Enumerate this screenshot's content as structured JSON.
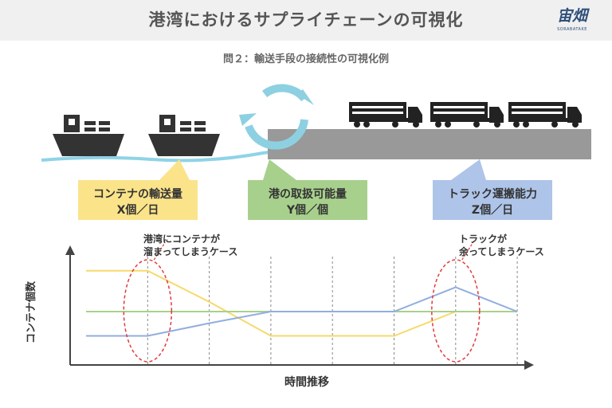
{
  "header": {
    "title": "港湾におけるサプライチェーンの可視化",
    "logo_mark": "宙畑",
    "logo_sub": "SORABATAKE"
  },
  "subtitle": "問２：輸送手段の接続性の可視化例",
  "illustration": {
    "ship_count": 2,
    "truck_count": 3,
    "icons": [
      "container-ship-icon",
      "cycle-arrows-icon",
      "truck-icon",
      "port-quay-icon"
    ]
  },
  "callouts": {
    "ship": {
      "line1": "コンテナの輸送量",
      "line2": "X個／日",
      "color": "#fbe38a"
    },
    "port": {
      "line1": "港の取扱可能量",
      "line2": "Y個／個",
      "color": "#a8d08d"
    },
    "truck": {
      "line1": "トラック運搬能力",
      "line2": "Z個／日",
      "color": "#aec4e8"
    }
  },
  "annotations": {
    "port": {
      "line1": "港湾にコンテナが",
      "line2": "溜まってしまうケース"
    },
    "truck": {
      "line1": "トラックが",
      "line2": "余ってしまうケース"
    }
  },
  "chart_data": {
    "type": "line",
    "xlabel": "時間推移",
    "ylabel": "コンテナ個数",
    "x": [
      0,
      1,
      2,
      3,
      4,
      5,
      6,
      7
    ],
    "ylim": [
      0,
      10
    ],
    "grid_x": true,
    "series": [
      {
        "key": "ship",
        "color": "#f6da6a",
        "values": [
          9.2,
          9.2,
          6.0,
          2.5,
          2.5,
          2.5,
          5.0,
          5.0
        ]
      },
      {
        "key": "port",
        "color": "#a8d08d",
        "values": [
          5.0,
          5.0,
          5.0,
          5.0,
          5.0,
          5.0,
          5.0,
          5.0
        ]
      },
      {
        "key": "truck",
        "color": "#91aee0",
        "values": [
          2.5,
          2.5,
          3.8,
          5.0,
          5.0,
          5.0,
          7.5,
          5.0
        ]
      }
    ],
    "highlights": [
      {
        "x": 1,
        "annotation": "port"
      },
      {
        "x": 6,
        "annotation": "truck"
      }
    ]
  },
  "colors": {
    "header_bg": "#f0f0f0",
    "quay": "#999999",
    "water": "#8fd3e6",
    "cycle": "#8dd0e2",
    "highlight": "#e23a3a",
    "axis": "#444444"
  }
}
